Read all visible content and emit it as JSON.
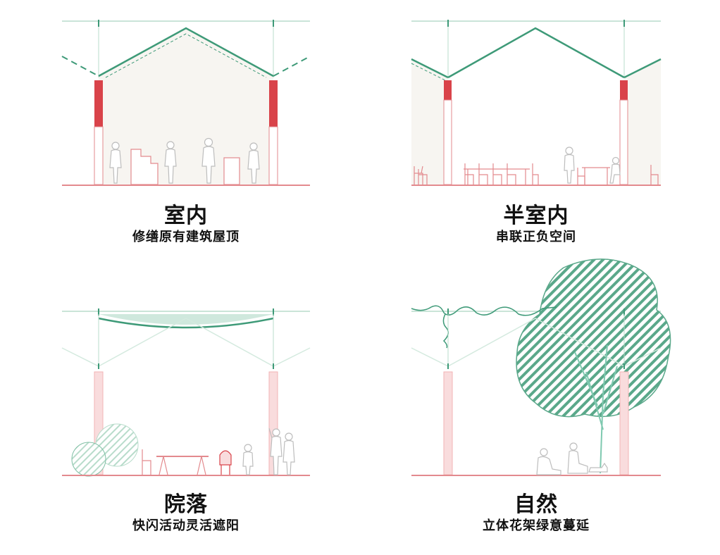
{
  "colors": {
    "green": "#3e9a78",
    "green_light": "#b8dccb",
    "red": "#d9434a",
    "pink": "#f2b3b5",
    "pink_line": "#e38a8e",
    "fill_gray": "#f7f5f1",
    "tree_fill": "#5aa88a",
    "person": "#bdbdbd"
  },
  "panels": [
    {
      "id": "indoor",
      "title": "室内",
      "subtitle": "修缮原有建筑屋顶"
    },
    {
      "id": "semi-indoor",
      "title": "半室内",
      "subtitle": "串联正负空间"
    },
    {
      "id": "courtyard",
      "title": "院落",
      "subtitle": "快闪活动灵活遮阳"
    },
    {
      "id": "nature",
      "title": "自然",
      "subtitle": "立体花架绿意蔓延"
    }
  ]
}
